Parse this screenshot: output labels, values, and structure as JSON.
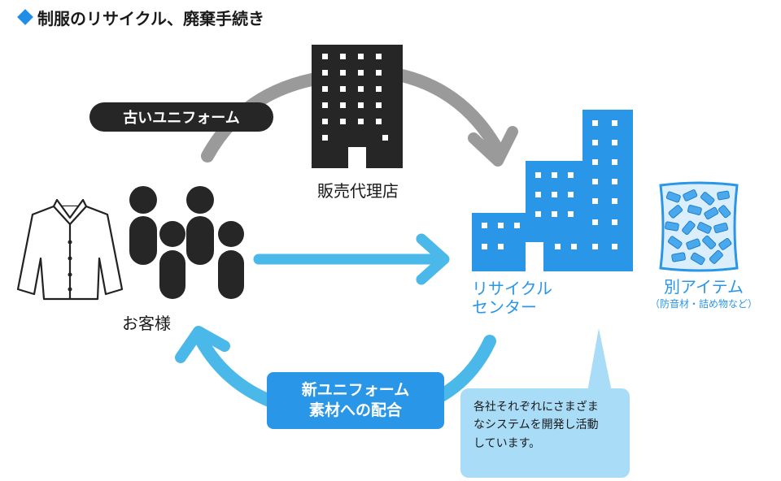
{
  "title": "制服のリサイクル、廃棄手続き",
  "nodes": {
    "agency": "販売代理店",
    "customers": "お客様",
    "recycle_center_line1": "リサイクル",
    "recycle_center_line2": "センター",
    "other_items": "別アイテム",
    "other_items_sub": "（防音材・詰め物など）"
  },
  "flows": {
    "old_uniform": "古いユニフォーム",
    "new_uniform_line1": "新ユニフォーム",
    "new_uniform_line2": "素材への配合"
  },
  "callout": {
    "line1": "各社それぞれにさまざま",
    "line2": "なシステムを開発し活動",
    "line3": "しています。"
  },
  "colors": {
    "blue": "#2a96e8",
    "light_blue": "#4bb8ea",
    "dark": "#262626",
    "gray": "#9a9a9a",
    "callout": "#a9dcf7"
  },
  "icons": [
    "diamond-icon",
    "shirt-icon",
    "people-icon",
    "agency-building-icon",
    "recycle-center-building-icon",
    "recycled-material-bag-icon"
  ]
}
